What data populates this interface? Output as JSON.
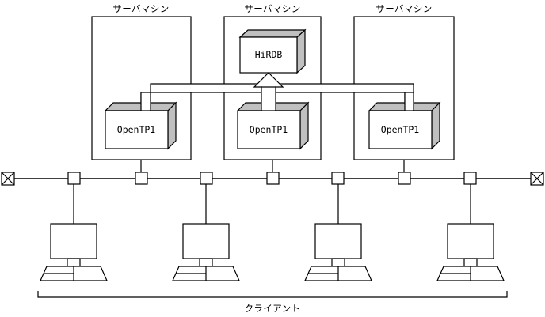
{
  "diagram": {
    "title_role": "network-topology",
    "server_label": "サーバマシン",
    "client_label": "クライアント",
    "servers": [
      {
        "id": "server-left",
        "machine_label": "サーバマシン",
        "node_label": "OpenTP1",
        "has_database": false,
        "database_label": ""
      },
      {
        "id": "server-center",
        "machine_label": "サーバマシン",
        "node_label": "OpenTP1",
        "has_database": true,
        "database_label": "HiRDB"
      },
      {
        "id": "server-right",
        "machine_label": "サーバマシン",
        "node_label": "OpenTP1",
        "has_database": false,
        "database_label": ""
      }
    ],
    "clients": [
      {
        "id": "client-1"
      },
      {
        "id": "client-2"
      },
      {
        "id": "client-3"
      },
      {
        "id": "client-4"
      }
    ],
    "bus": {
      "terminator_count": 2,
      "tap_count": 7,
      "terminator_icon": "bus-terminator-icon",
      "tap_icon": "bus-tap-icon"
    },
    "colors": {
      "line": "#000000",
      "face": "#ffffff",
      "shade": "#c0c0c0",
      "background": "#ffffff"
    }
  }
}
